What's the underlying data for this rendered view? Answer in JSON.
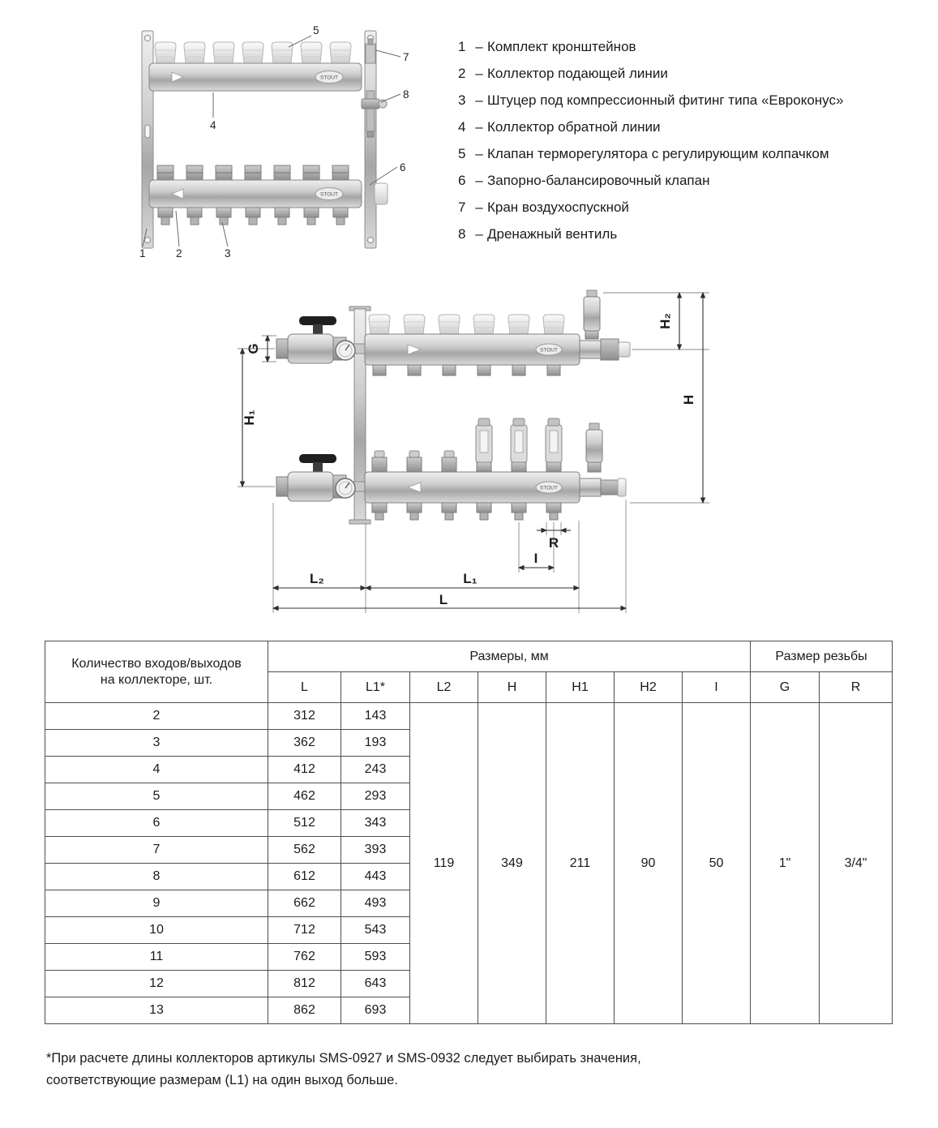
{
  "brand": "STOUT",
  "figure": {
    "callouts": [
      "1",
      "2",
      "3",
      "4",
      "5",
      "6",
      "7",
      "8"
    ]
  },
  "legend": {
    "separator": "–",
    "items": [
      {
        "num": "1",
        "text": "Комплект кронштейнов"
      },
      {
        "num": "2",
        "text": "Коллектор подающей линии"
      },
      {
        "num": "3",
        "text": "Штуцер под компрессионный фитинг типа «Евроконус»"
      },
      {
        "num": "4",
        "text": "Коллектор обратной линии"
      },
      {
        "num": "5",
        "text": "Клапан терморегулятора с регулирующим колпачком"
      },
      {
        "num": "6",
        "text": "Запорно-балансировочный клапан"
      },
      {
        "num": "7",
        "text": "Кран воздухоспускной"
      },
      {
        "num": "8",
        "text": "Дренажный вентиль"
      }
    ]
  },
  "diagram": {
    "labels": {
      "g": "G",
      "h1": "H₁",
      "h2": "H₂",
      "h": "H",
      "l2": "L₂",
      "l1": "L₁",
      "i": "I",
      "r": "R",
      "l": "L"
    }
  },
  "table": {
    "count_header": "Количество входов/выходов\nна коллекторе, шт.",
    "sizes_header": "Размеры, мм",
    "thread_header": "Размер резьбы",
    "columns": [
      "L",
      "L1*",
      "L2",
      "H",
      "H1",
      "H2",
      "I",
      "G",
      "R"
    ],
    "rows": [
      {
        "count": "2",
        "l": "312",
        "l1": "143"
      },
      {
        "count": "3",
        "l": "362",
        "l1": "193"
      },
      {
        "count": "4",
        "l": "412",
        "l1": "243"
      },
      {
        "count": "5",
        "l": "462",
        "l1": "293"
      },
      {
        "count": "6",
        "l": "512",
        "l1": "343"
      },
      {
        "count": "7",
        "l": "562",
        "l1": "393"
      },
      {
        "count": "8",
        "l": "612",
        "l1": "443"
      },
      {
        "count": "9",
        "l": "662",
        "l1": "493"
      },
      {
        "count": "10",
        "l": "712",
        "l1": "543"
      },
      {
        "count": "11",
        "l": "762",
        "l1": "593"
      },
      {
        "count": "12",
        "l": "812",
        "l1": "643"
      },
      {
        "count": "13",
        "l": "862",
        "l1": "693"
      }
    ],
    "shared": {
      "l2": "119",
      "h": "349",
      "h1": "211",
      "h2": "90",
      "i": "50",
      "g": "1\"",
      "r": "3/4\""
    }
  },
  "footnote": "*При расчете длины коллекторов артикулы SMS-0927 и SMS-0932 следует выбирать значения,\nсоответствующие размерам (L1) на один выход больше."
}
